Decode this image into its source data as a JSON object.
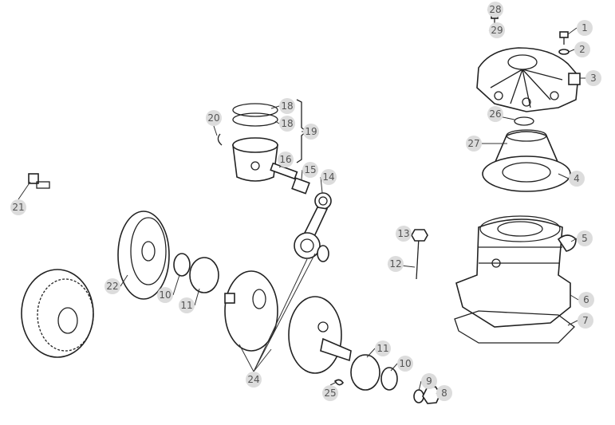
{
  "diagram": {
    "type": "exploded-parts-view",
    "callouts": [
      "28",
      "29",
      "1",
      "2",
      "3",
      "20",
      "18",
      "18",
      "19",
      "26",
      "27",
      "4",
      "16",
      "15",
      "14",
      "21",
      "13",
      "5",
      "12",
      "22",
      "10",
      "11",
      "6",
      "7",
      "11",
      "10",
      "24",
      "9",
      "8",
      "25"
    ]
  }
}
